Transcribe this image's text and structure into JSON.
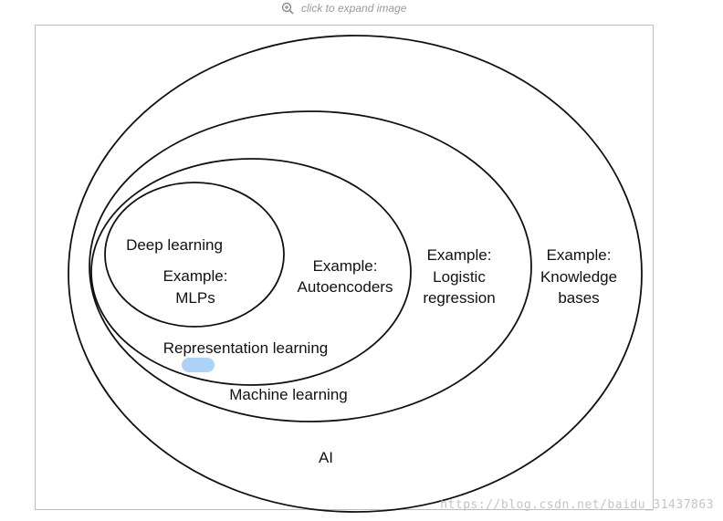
{
  "expand_hint": {
    "icon": "zoom-in-icon",
    "label": "click to expand image"
  },
  "diagram": {
    "outer_set": {
      "name": "AI",
      "example_lines": [
        "Example:",
        "Knowledge",
        "bases"
      ]
    },
    "machine_learning": {
      "name": "Machine learning",
      "example_lines": [
        "Example:",
        "Logistic",
        "regression"
      ]
    },
    "representation_learning": {
      "name": "Representation learning",
      "example_lines": [
        "Example:",
        "Autoencoders"
      ]
    },
    "deep_learning": {
      "name": "Deep learning",
      "example_lines": [
        "Example:",
        "MLPs"
      ]
    }
  },
  "colors": {
    "stroke": "#111111",
    "highlight": "#9ecbf3",
    "hint": "#9a9a9a"
  },
  "watermark": "https://blog.csdn.net/baidu_31437863"
}
